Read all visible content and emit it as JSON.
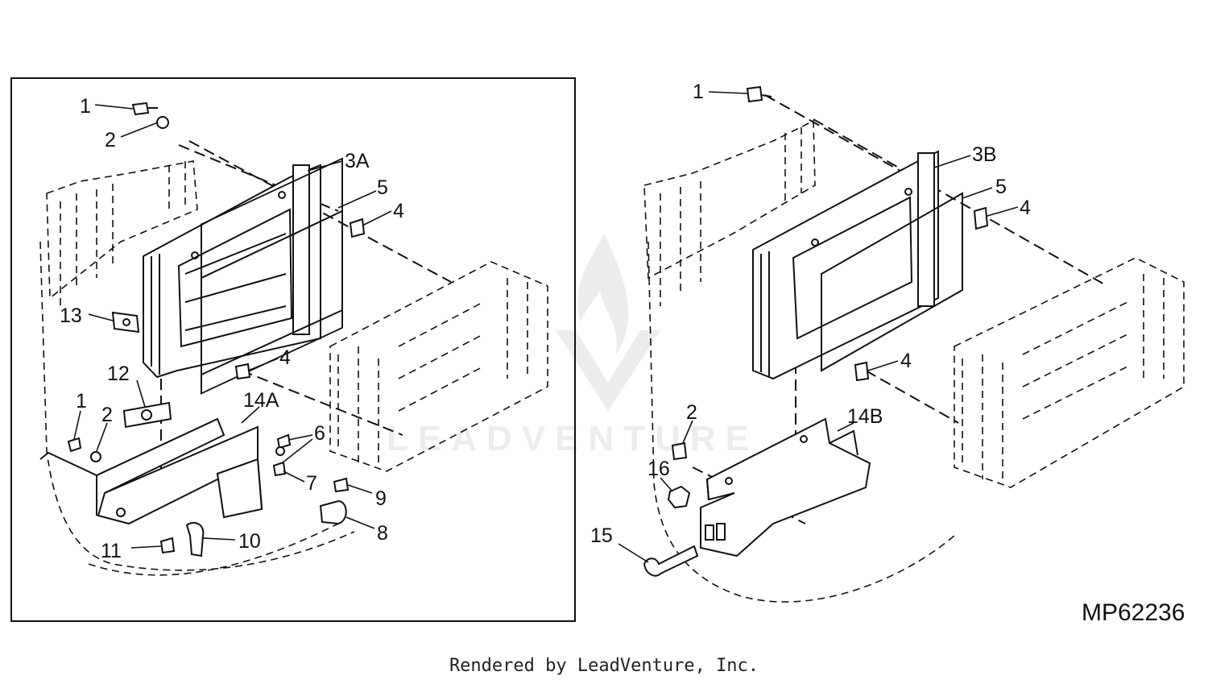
{
  "left_panel": {
    "callouts": {
      "c1": "1",
      "c2": "2",
      "c3a": "3A",
      "c5": "5",
      "c4a": "4",
      "c13": "13",
      "c4b": "4",
      "c12": "12",
      "c1b": "1",
      "c2b": "2",
      "c14a": "14A",
      "c6": "6",
      "c7": "7",
      "c9": "9",
      "c8": "8",
      "c11": "11",
      "c10": "10"
    }
  },
  "right_panel": {
    "callouts": {
      "c1": "1",
      "c3b": "3B",
      "c5": "5",
      "c4a": "4",
      "c4b": "4",
      "c2": "2",
      "c14b": "14B",
      "c16": "16",
      "c15": "15"
    }
  },
  "drawing_id": "MP62236",
  "watermark": "LEADVENTURE",
  "footer": "Rendered by LeadVenture, Inc."
}
